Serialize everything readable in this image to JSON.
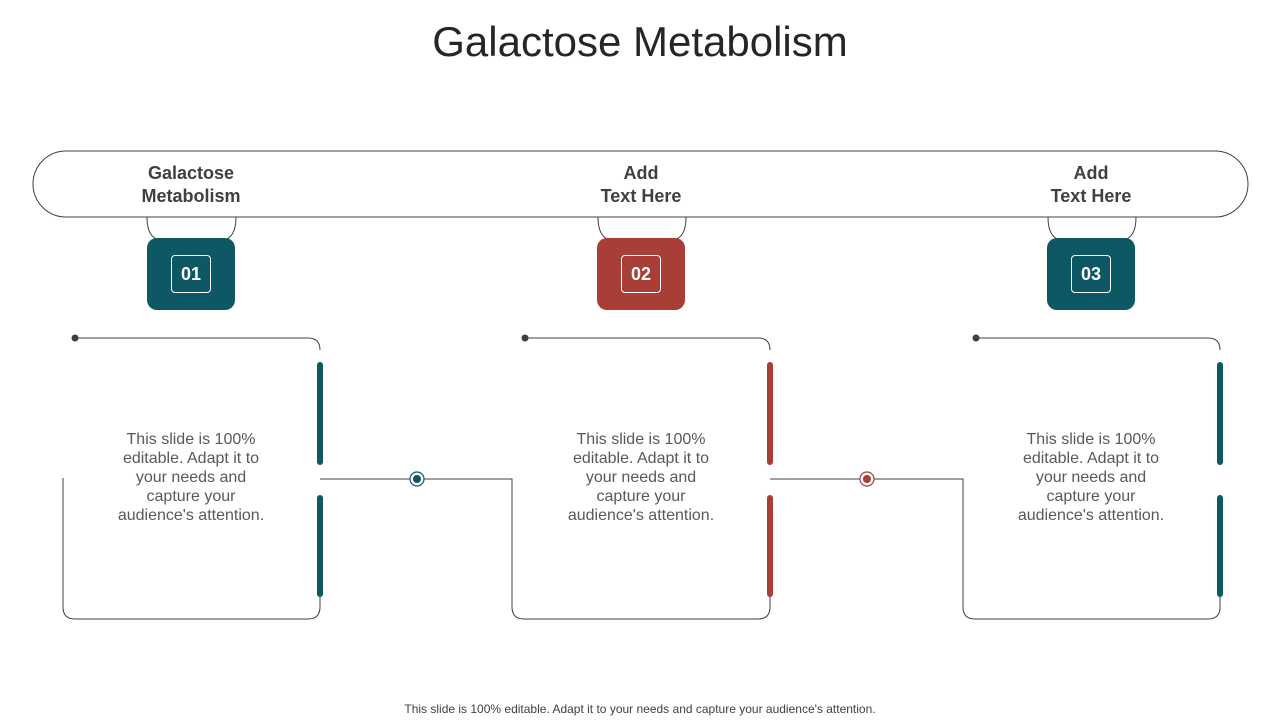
{
  "title": "Galactose Metabolism",
  "steps": [
    {
      "header": "Galactose\nMetabolism",
      "number": "01",
      "color": "#0e5865",
      "text": "This slide is 100% editable. Adapt it to your needs and capture your audience's attention."
    },
    {
      "header": "Add\nText Here",
      "number": "02",
      "color": "#a83e35",
      "text": "This slide is 100% editable. Adapt it to your needs and capture your audience's attention."
    },
    {
      "header": "Add\nText Here",
      "number": "03",
      "color": "#0e5865",
      "text": "This slide is 100% editable. Adapt it to your needs and capture your audience's attention."
    }
  ],
  "footer": "This slide is 100% editable. Adapt it to your needs and capture your audience's attention."
}
